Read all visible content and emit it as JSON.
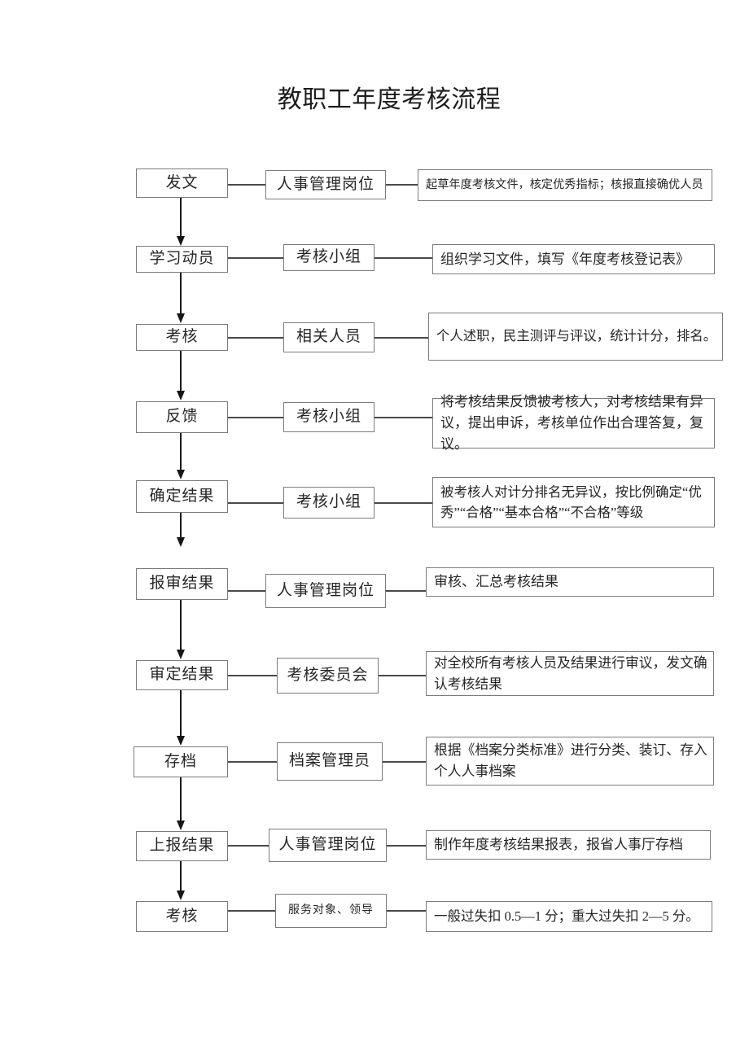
{
  "page": {
    "title": "教职工年度考核流程"
  },
  "colors": {
    "background": "#ffffff",
    "box_border": "#7b7b7b",
    "connector_line": "#4a4a4a",
    "arrow": "#161616",
    "text": "#262626"
  },
  "rows": [
    {
      "step": "发文",
      "actor": "人事管理岗位",
      "desc": "起草年度考核文件，核定优秀指标；核报直接确优人员"
    },
    {
      "step": "学习动员",
      "actor": "考核小组",
      "desc": "组织学习文件，填写《年度考核登记表》"
    },
    {
      "step": "考核",
      "actor": "相关人员",
      "desc": "个人述职，民主测评与评议，统计计分，排名。"
    },
    {
      "step": "反馈",
      "actor": "考核小组",
      "desc": "将考核结果反馈被考核人，对考核结果有异议，提出申诉，考核单位作出合理答复，复议。"
    },
    {
      "step": "确定结果",
      "actor": "考核小组",
      "desc": "被考核人对计分排名无异议，按比例确定“优秀”“合格”“基本合格”“不合格”等级"
    },
    {
      "step": "报审结果",
      "actor": "人事管理岗位",
      "desc": "审核、汇总考核结果"
    },
    {
      "step": "审定结果",
      "actor": "考核委员会",
      "desc": "对全校所有考核人员及结果进行审议，发文确认考核结果"
    },
    {
      "step": "存档",
      "actor": "档案管理员",
      "desc": "根据《档案分类标准》进行分类、装订、存入个人人事档案"
    },
    {
      "step": "上报结果",
      "actor": "人事管理岗位",
      "desc": "制作年度考核结果报表，报省人事厅存档"
    },
    {
      "step": "考核",
      "actor": "服务对象、领导",
      "desc": "一般过失扣 0.5—1 分；重大过失扣 2—5 分。"
    }
  ]
}
